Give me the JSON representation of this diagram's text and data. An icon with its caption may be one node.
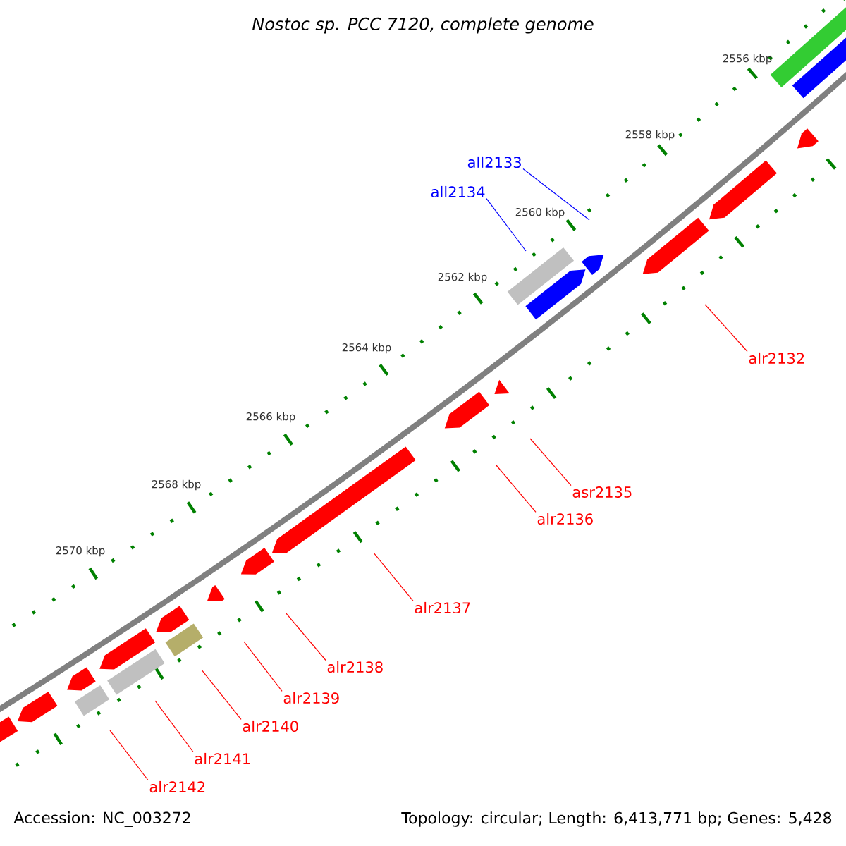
{
  "diagram": {
    "title": "Nostoc sp. PCC 7120, complete genome",
    "nodes": [
      {
        "text": [
          "all2133"
        ]
      },
      {
        "text": [
          "all2134"
        ]
      },
      {
        "text": [
          "alr2132"
        ]
      },
      {
        "text": [
          "asr2135"
        ]
      },
      {
        "text": [
          "alr2136"
        ]
      },
      {
        "text": [
          "alr2137"
        ]
      },
      {
        "text": [
          "alr2138"
        ]
      },
      {
        "text": [
          "alr2139"
        ]
      },
      {
        "text": [
          "alr2140"
        ]
      },
      {
        "text": [
          "alr2141"
        ]
      },
      {
        "text": [
          "alr2142"
        ]
      }
    ],
    "edges": [
      {
        "from": 0,
        "to": null,
        "arrow": "none",
        "color": "#0000ff"
      },
      {
        "from": 1,
        "to": null,
        "arrow": "none",
        "color": "#0000ff"
      },
      {
        "from": 2,
        "to": null,
        "arrow": "none"
      },
      {
        "from": 3,
        "to": null,
        "arrow": "none"
      },
      {
        "from": 4,
        "to": null,
        "arrow": "none"
      },
      {
        "from": 5,
        "to": null,
        "arrow": "none"
      },
      {
        "from": 6,
        "to": null,
        "arrow": "none"
      },
      {
        "from": 7,
        "to": null,
        "arrow": "none"
      },
      {
        "from": 8,
        "to": null,
        "arrow": "none"
      },
      {
        "from": 9,
        "to": null,
        "arrow": "none"
      },
      {
        "from": 10,
        "to": null,
        "arrow": "none"
      }
    ],
    "labels": [
      "2556 kbp",
      "2558 kbp",
      "2560 kbp",
      "2562 kbp",
      "2564 kbp",
      "2566 kbp",
      "2568 kbp",
      "2570 kbp",
      "Accession: NC_003272",
      "Topology: circular; Length: 6,413,771 bp; Genes: 5,428"
    ]
  }
}
